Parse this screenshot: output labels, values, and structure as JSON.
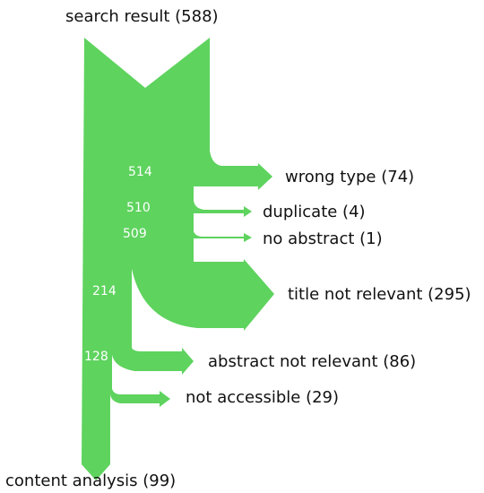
{
  "colors": {
    "flow": "#5ed35e",
    "node_label": "#111111",
    "count_label": "#ffffff"
  },
  "diagram": {
    "type": "sankey-flow",
    "source": {
      "label": "search result (588)",
      "name": "search result",
      "value": 588
    },
    "running_totals": [
      "514",
      "510",
      "509",
      "214",
      "128"
    ],
    "exits": [
      {
        "label": "wrong type (74)",
        "name": "wrong type",
        "value": 74
      },
      {
        "label": "duplicate (4)",
        "name": "duplicate",
        "value": 4
      },
      {
        "label": "no abstract (1)",
        "name": "no abstract",
        "value": 1
      },
      {
        "label": "title not relevant (295)",
        "name": "title not relevant",
        "value": 295
      },
      {
        "label": "abstract not relevant (86)",
        "name": "abstract not relevant",
        "value": 86
      },
      {
        "label": "not accessible (29)",
        "name": "not accessible",
        "value": 29
      }
    ],
    "sink": {
      "label": "content analysis (99)",
      "name": "content analysis",
      "value": 99
    }
  }
}
